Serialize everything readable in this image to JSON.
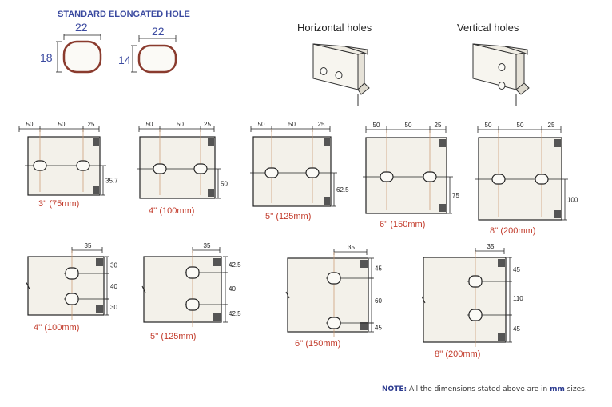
{
  "colors": {
    "blue": "#3b4aa0",
    "red": "#c23a2a",
    "ink": "#222222",
    "fill": "#f3f1ea",
    "dark": "#555555"
  },
  "standard_hole": {
    "title": "STANDARD ELONGATED HOLE",
    "holes": [
      {
        "width": "22",
        "height": "18"
      },
      {
        "width": "22",
        "height": "14"
      }
    ]
  },
  "profiles": {
    "horizontal_label": "Horizontal holes",
    "vertical_label": "Vertical holes"
  },
  "horizontal_sections": [
    {
      "caption": "3'' (75mm)",
      "spacing": [
        "50",
        "50",
        "25"
      ],
      "height_label": "35.7"
    },
    {
      "caption": "4'' (100mm)",
      "spacing": [
        "50",
        "50",
        "25"
      ],
      "height_label": "50"
    },
    {
      "caption": "5'' (125mm)",
      "spacing": [
        "50",
        "50",
        "25"
      ],
      "height_label": "62.5"
    },
    {
      "caption": "6'' (150mm)",
      "spacing": [
        "50",
        "50",
        "25"
      ],
      "height_label": "75"
    },
    {
      "caption": "8'' (200mm)",
      "spacing": [
        "50",
        "50",
        "25"
      ],
      "height_label": "100"
    }
  ],
  "vertical_sections": [
    {
      "caption": "4'' (100mm)",
      "offset_label": "35",
      "dims": [
        "30",
        "40",
        "30"
      ]
    },
    {
      "caption": "5'' (125mm)",
      "offset_label": "35",
      "dims": [
        "42.5",
        "40",
        "42.5"
      ]
    },
    {
      "caption": "6'' (150mm)",
      "offset_label": "35",
      "dims": [
        "45",
        "60",
        "45"
      ]
    },
    {
      "caption": "8'' (200mm)",
      "offset_label": "35",
      "dims": [
        "45",
        "110",
        "45"
      ]
    }
  ],
  "note": {
    "prefix": "NOTE:",
    "text_a": " All the dimensions stated above are in ",
    "unit": "mm",
    "text_b": " sizes."
  }
}
